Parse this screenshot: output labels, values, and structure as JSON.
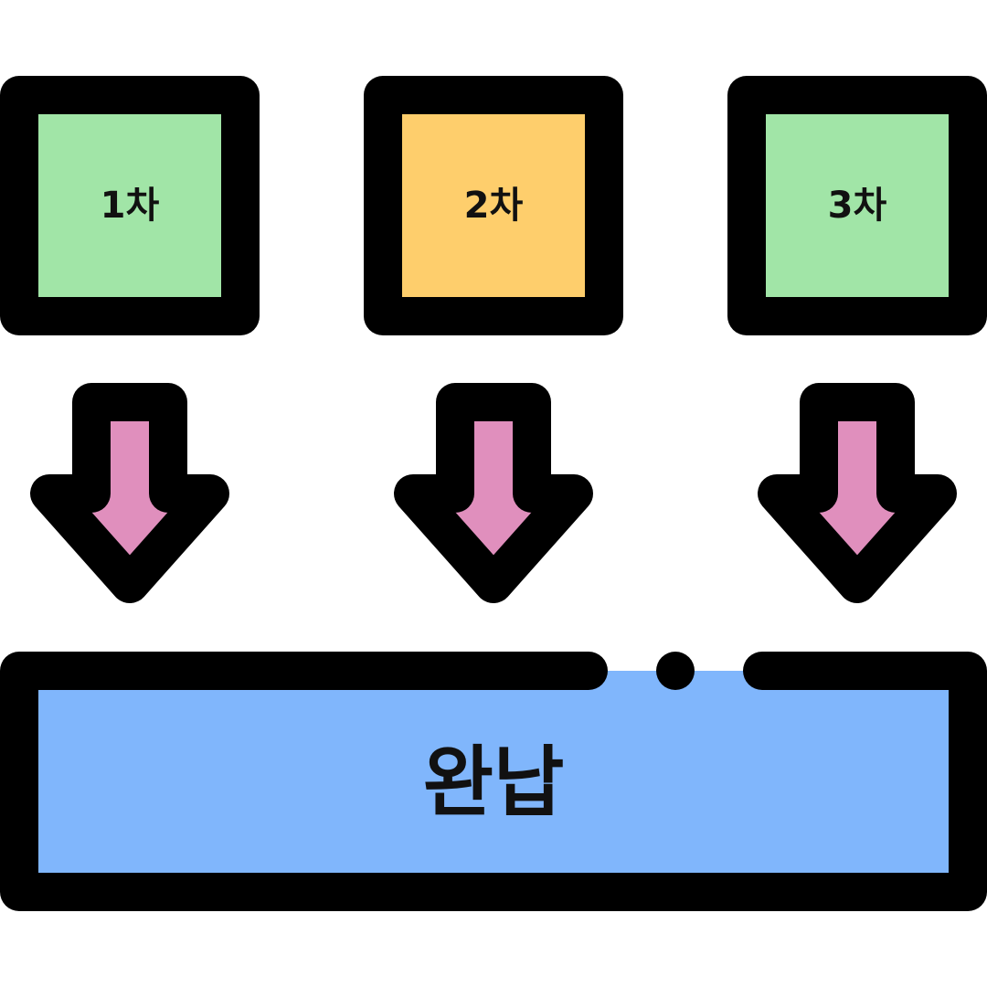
{
  "colors": {
    "outline": "#000000",
    "stage_green": "#a1e5a7",
    "stage_orange": "#fece6c",
    "arrow_pink": "#e08fbd",
    "result_blue": "#80b6fc"
  },
  "stages": [
    {
      "label": "1차",
      "color": "#a1e5a7"
    },
    {
      "label": "2차",
      "color": "#fece6c"
    },
    {
      "label": "3차",
      "color": "#a1e5a7"
    }
  ],
  "arrows": [
    {
      "icon": "down-arrow-icon",
      "color": "#e08fbd"
    },
    {
      "icon": "down-arrow-icon",
      "color": "#e08fbd"
    },
    {
      "icon": "down-arrow-icon",
      "color": "#e08fbd"
    }
  ],
  "result": {
    "label": "완납",
    "color": "#80b6fc"
  }
}
